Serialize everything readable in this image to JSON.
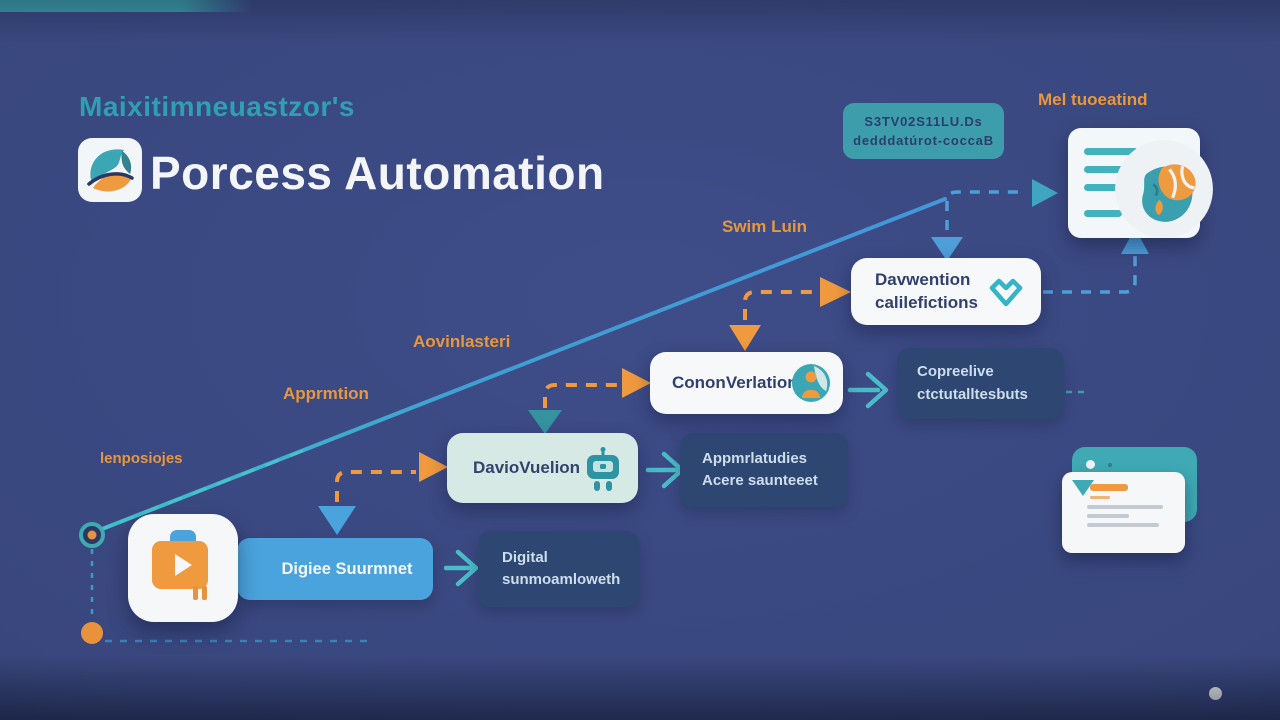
{
  "header": {
    "subtitle": "Maixitimneuastzor's",
    "title": "Porcess Automation"
  },
  "note_box": {
    "line1": "S3TV02S11LU.Ds",
    "line2": "dedddatúrot-coccaB"
  },
  "doc_card_label": "Mel tuoeatind",
  "flow_labels": {
    "swim": "Swim Luin",
    "avink": "Aovinlasteri",
    "apprm": "Apprmtion",
    "tenpo": "lenposiojes"
  },
  "nodes": {
    "davwention": {
      "line1": "Davwention",
      "line2": "calilefictions"
    },
    "conon": {
      "label": "CononVerlation"
    },
    "copreelive": {
      "line1": "Copreelive",
      "line2": "ctctutalltesbuts"
    },
    "davio": {
      "label": "DavioVuelion"
    },
    "appmrlatudies": {
      "line1": "Appmrlatudies",
      "line2": "Acere saunteeet"
    },
    "digiee": {
      "label": "Digiee Suurmnet"
    },
    "digital": {
      "line1": "Digital",
      "line2": "sunmoamloweth"
    }
  },
  "colors": {
    "background": "#39477e",
    "teal": "#3fa9b4",
    "orange": "#ef9a3e",
    "blue": "#4aa3dc",
    "navy_box": "#2e4672",
    "white_card": "#f6f8fa"
  },
  "icons": {
    "logo": "logo-swirl-icon",
    "doc": "brain-document-icon",
    "davwention": "heart-check-icon",
    "conon": "person-circle-icon",
    "davio": "robot-icon",
    "digiee": "briefcase-play-icon",
    "bottom_right": "report-card-icon"
  }
}
